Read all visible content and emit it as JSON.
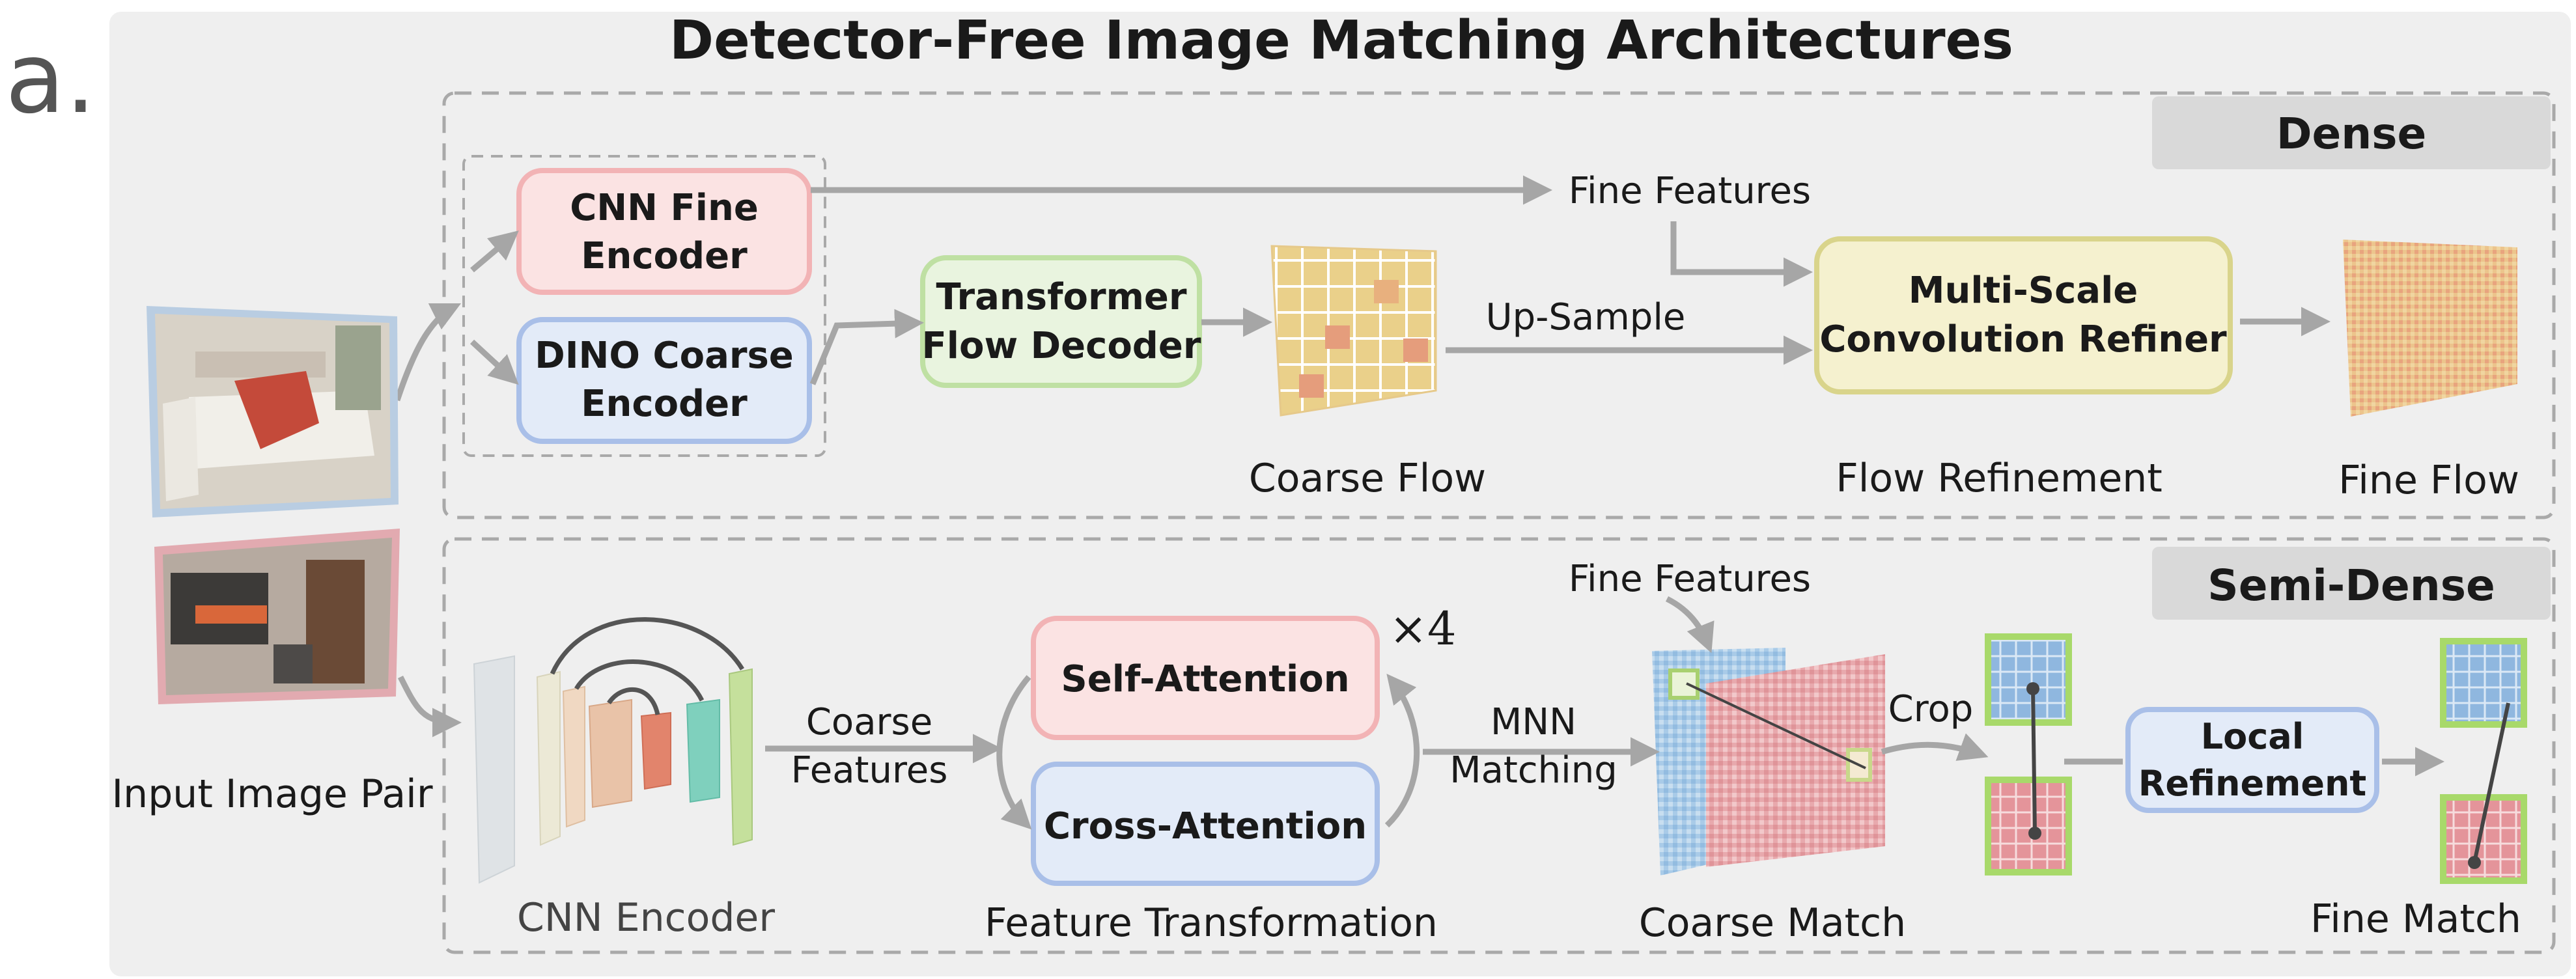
{
  "panel_letter": "a.",
  "title": "Detector-Free Image Matching Architectures",
  "dense": {
    "tag": "Dense",
    "cnn_fine_encoder": [
      "CNN Fine",
      "Encoder"
    ],
    "dino_coarse_encoder": [
      "DINO Coarse",
      "Encoder"
    ],
    "transformer_flow_decoder": [
      "Transformer",
      "Flow Decoder"
    ],
    "fine_features": "Fine Features",
    "up_sample": "Up-Sample",
    "refiner": [
      "Multi-Scale",
      "Convolution Refiner"
    ],
    "coarse_flow": "Coarse Flow",
    "flow_refinement": "Flow Refinement",
    "fine_flow": "Fine Flow"
  },
  "input_image_pair": "Input Image Pair",
  "semi_dense": {
    "tag": "Semi-Dense",
    "cnn_encoder": "CNN Encoder",
    "coarse_features": [
      "Coarse",
      "Features"
    ],
    "self_attention": "Self-Attention",
    "cross_attention": "Cross-Attention",
    "repeat": "×4",
    "feature_transformation": "Feature Transformation",
    "mnn_matching": [
      "MNN",
      "Matching"
    ],
    "fine_features": "Fine Features",
    "crop": "Crop",
    "coarse_match": "Coarse Match",
    "local_refinement": [
      "Local",
      "Refinement"
    ],
    "fine_match": "Fine Match"
  },
  "colors": {
    "panel_bg": "#efefef",
    "pink_fill": "#fbe3e3",
    "pink_stroke": "#f2b3b5",
    "blue_fill": "#e3ebf8",
    "blue_stroke": "#a9bfe8",
    "green_fill": "#e9f4df",
    "green_stroke": "#bfe0a3",
    "yellow_fill": "#f5f1cf",
    "yellow_stroke": "#d9d48b",
    "arrow": "#a6a6a6"
  }
}
